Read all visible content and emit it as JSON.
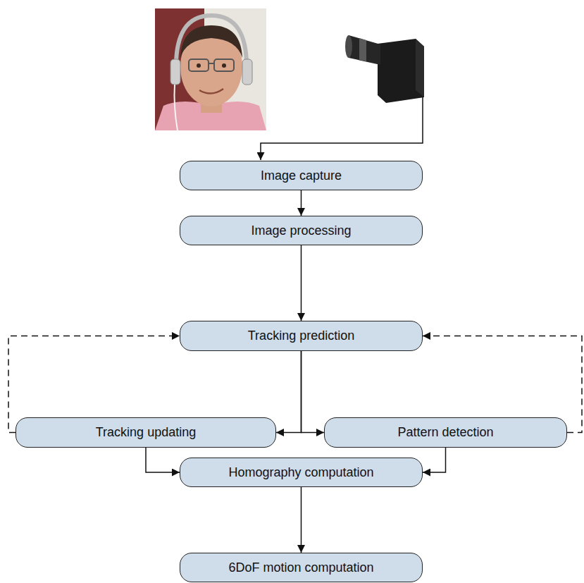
{
  "diagram": {
    "nodes": [
      {
        "text": [
          "Image capture"
        ]
      },
      {
        "text": [
          "Image processing"
        ]
      },
      {
        "text": [
          "Tracking prediction"
        ]
      },
      {
        "text": [
          "Tracking updating"
        ]
      },
      {
        "text": [
          "Pattern detection"
        ]
      },
      {
        "text": [
          "Homography computation"
        ]
      },
      {
        "text": [
          "6DoF motion computation"
        ]
      }
    ],
    "edges": [
      {
        "from": 0,
        "to": 1,
        "arrow": "to"
      },
      {
        "from": 1,
        "to": 2,
        "arrow": "to"
      },
      {
        "from": 2,
        "to": 3,
        "arrow": "to"
      },
      {
        "from": 2,
        "to": 4,
        "arrow": "to"
      },
      {
        "from": 3,
        "to": 2,
        "arrow": "to"
      },
      {
        "from": 4,
        "to": 2,
        "arrow": "to"
      },
      {
        "from": 3,
        "to": 5,
        "arrow": "to"
      },
      {
        "from": 4,
        "to": 5,
        "arrow": "to"
      },
      {
        "from": 5,
        "to": 6,
        "arrow": "to"
      }
    ]
  }
}
